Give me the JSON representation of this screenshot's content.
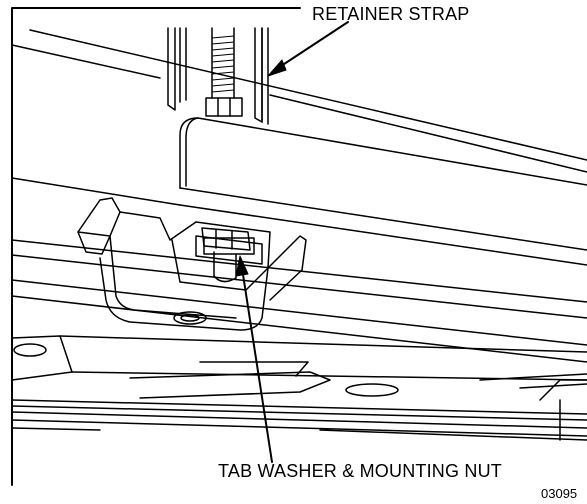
{
  "diagram": {
    "callouts": {
      "retainer_strap": "RETAINER STRAP",
      "tab_washer": "TAB WASHER & MOUNTING NUT"
    },
    "figure_number": "03095",
    "colors": {
      "line": "#000000",
      "background": "#ffffff"
    }
  }
}
